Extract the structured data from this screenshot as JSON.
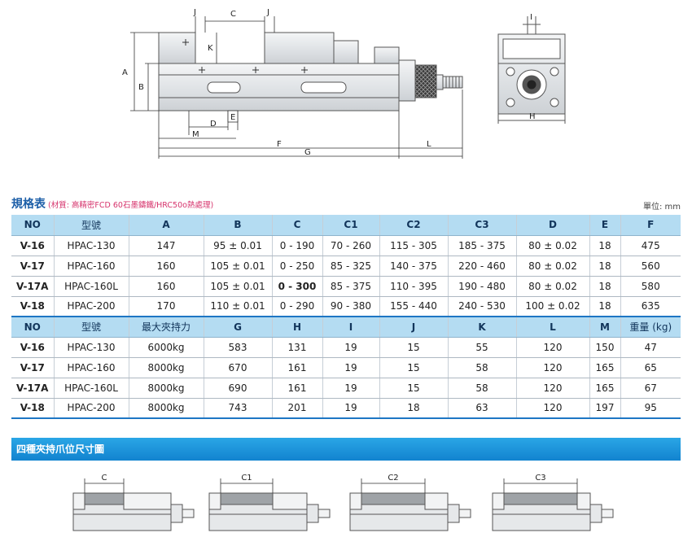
{
  "drawing": {
    "dim_labels": {
      "j_left": "J",
      "c_top": "C",
      "j_right": "J",
      "k": "K",
      "a": "A",
      "b": "B",
      "m": "M",
      "d": "D",
      "e": "E",
      "f": "F",
      "g": "G",
      "l": "L",
      "i": "I",
      "h": "H"
    }
  },
  "spec": {
    "title": "規格表",
    "material_note": "(材質: 高精密FCD 60石墨鑄鐵/HRC50o熱處理)",
    "unit": "單位: mm",
    "header1": [
      "NO",
      "型號",
      "A",
      "B",
      "C",
      "C1",
      "C2",
      "C3",
      "D",
      "E",
      "F"
    ],
    "rows1": [
      [
        "V-16",
        "HPAC-130",
        "147",
        "95 ± 0.01",
        "0 - 190",
        "70 - 260",
        "115 - 305",
        "185 - 375",
        "80 ± 0.02",
        "18",
        "475"
      ],
      [
        "V-17",
        "HPAC-160",
        "160",
        "105 ± 0.01",
        "0 - 250",
        "85 - 325",
        "140 - 375",
        "220 - 460",
        "80 ± 0.02",
        "18",
        "560"
      ],
      [
        "V-17A",
        "HPAC-160L",
        "160",
        "105 ± 0.01",
        "0 - 300",
        "85 - 375",
        "110 - 395",
        "190 - 480",
        "80 ± 0.02",
        "18",
        "580"
      ],
      [
        "V-18",
        "HPAC-200",
        "170",
        "110 ± 0.01",
        "0 - 290",
        "90 - 380",
        "155 - 440",
        "240 - 530",
        "100 ± 0.02",
        "18",
        "635"
      ]
    ],
    "header2": [
      "NO",
      "型號",
      "最大夾持力",
      "G",
      "H",
      "I",
      "J",
      "K",
      "L",
      "M",
      "重量 (kg)"
    ],
    "rows2": [
      [
        "V-16",
        "HPAC-130",
        "6000kg",
        "583",
        "131",
        "19",
        "15",
        "55",
        "120",
        "150",
        "47"
      ],
      [
        "V-17",
        "HPAC-160",
        "8000kg",
        "670",
        "161",
        "19",
        "15",
        "58",
        "120",
        "165",
        "65"
      ],
      [
        "V-17A",
        "HPAC-160L",
        "8000kg",
        "690",
        "161",
        "19",
        "15",
        "58",
        "120",
        "165",
        "67"
      ],
      [
        "V-18",
        "HPAC-200",
        "8000kg",
        "743",
        "201",
        "19",
        "18",
        "63",
        "120",
        "197",
        "95"
      ]
    ]
  },
  "section": {
    "title": "四種夾持爪位尺寸圖"
  },
  "jaw_positions": [
    {
      "label": "C"
    },
    {
      "label": "C1"
    },
    {
      "label": "C2"
    },
    {
      "label": "C3"
    }
  ]
}
